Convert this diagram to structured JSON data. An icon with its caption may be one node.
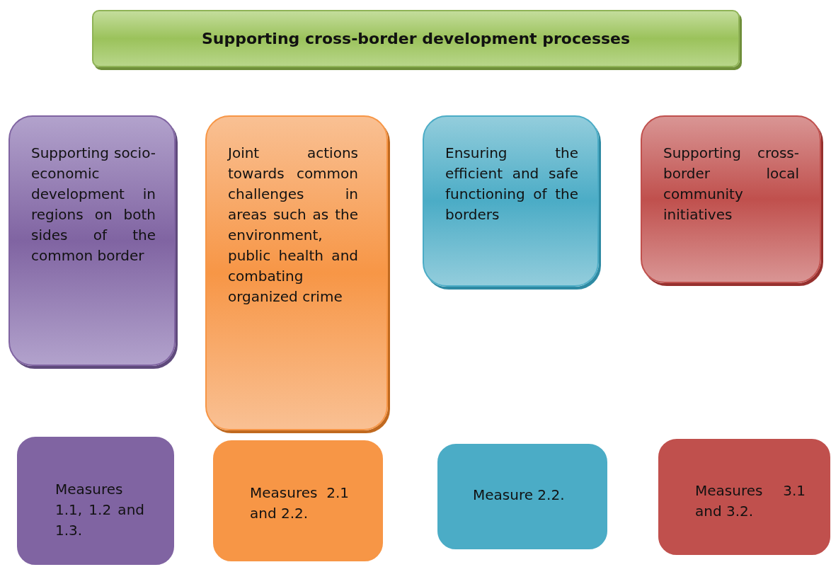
{
  "diagram": {
    "nodes": [
      {
        "text": [
          "Supporting cross-border development processes"
        ]
      },
      {
        "text": [
          "Supporting socio-economic development in regions on both sides of the common border"
        ]
      },
      {
        "text": [
          "Joint actions towards common challenges in areas such as the environment, public health and combating organized crime"
        ]
      },
      {
        "text": [
          "Ensuring the efficient and safe functioning of the borders"
        ]
      },
      {
        "text": [
          "Supporting cross-border local community initiatives"
        ]
      },
      {
        "text": [
          "Measures 1.1, 1.2 and 1.3."
        ]
      },
      {
        "text": [
          "Measures 2.1 and 2.2."
        ]
      },
      {
        "text": [
          "Measure 2.2."
        ]
      },
      {
        "text": [
          "Measures 3.1 and 3.2."
        ]
      }
    ]
  }
}
